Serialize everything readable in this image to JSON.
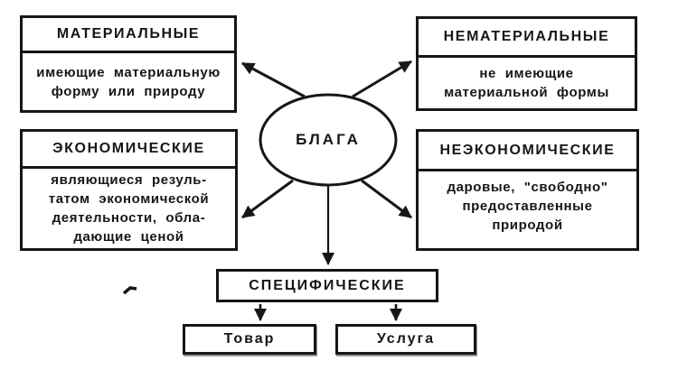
{
  "center": {
    "label": "БЛАГА"
  },
  "boxes": {
    "material": {
      "title": "МАТЕРИАЛЬНЫЕ",
      "body": "имеющие материальную\nформу или природу"
    },
    "immaterial": {
      "title": "НЕМАТЕРИАЛЬНЫЕ",
      "body": "не имеющие\nматериальной формы"
    },
    "economic": {
      "title": "ЭКОНОМИЧЕСКИЕ",
      "body": "являющиеся резуль-\nтатом экономической\nдеятельности, обла-\nдающие ценой"
    },
    "noneconomic": {
      "title": "НЕЭКОНОМИЧЕСКИЕ",
      "body": "даровые, \"свободно\"\nпредоставленные\nприродой"
    },
    "specific": {
      "title": "СПЕЦИФИЧЕСКИЕ"
    },
    "product": {
      "title": "Товар"
    },
    "service": {
      "title": "Услуга"
    }
  },
  "edges": [
    {
      "from": "БЛАГА",
      "to": "МАТЕРИАЛЬНЫЕ"
    },
    {
      "from": "БЛАГА",
      "to": "НЕМАТЕРИАЛЬНЫЕ"
    },
    {
      "from": "БЛАГА",
      "to": "ЭКОНОМИЧЕСКИЕ"
    },
    {
      "from": "БЛАГА",
      "to": "НЕЭКОНОМИЧЕСКИЕ"
    },
    {
      "from": "БЛАГА",
      "to": "СПЕЦИФИЧЕСКИЕ"
    },
    {
      "from": "СПЕЦИФИЧЕСКИЕ",
      "to": "Товар"
    },
    {
      "from": "СПЕЦИФИЧЕСКИЕ",
      "to": "Услуга"
    }
  ],
  "colors": {
    "ink": "#161616",
    "background": "#ffffff"
  }
}
